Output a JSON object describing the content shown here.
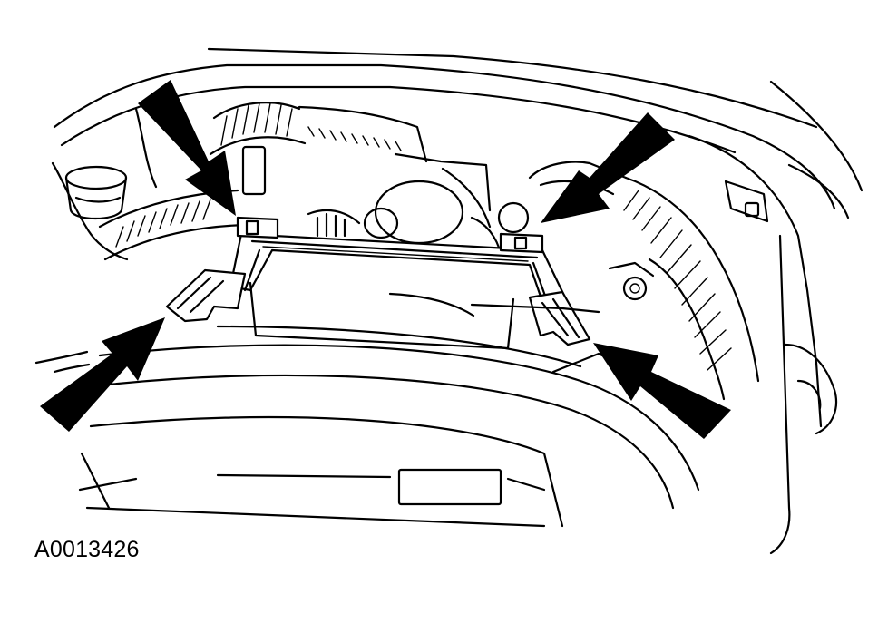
{
  "figure_id": "A0013426",
  "colors": {
    "ink": "#000000",
    "paper": "#ffffff"
  },
  "callouts": [
    {
      "name": "arrow-upper-left",
      "points_to": "rear-left-clip"
    },
    {
      "name": "arrow-upper-right",
      "points_to": "rear-right-clip"
    },
    {
      "name": "arrow-lower-left",
      "points_to": "front-left-tab"
    },
    {
      "name": "arrow-lower-right",
      "points_to": "front-right-tab"
    }
  ]
}
